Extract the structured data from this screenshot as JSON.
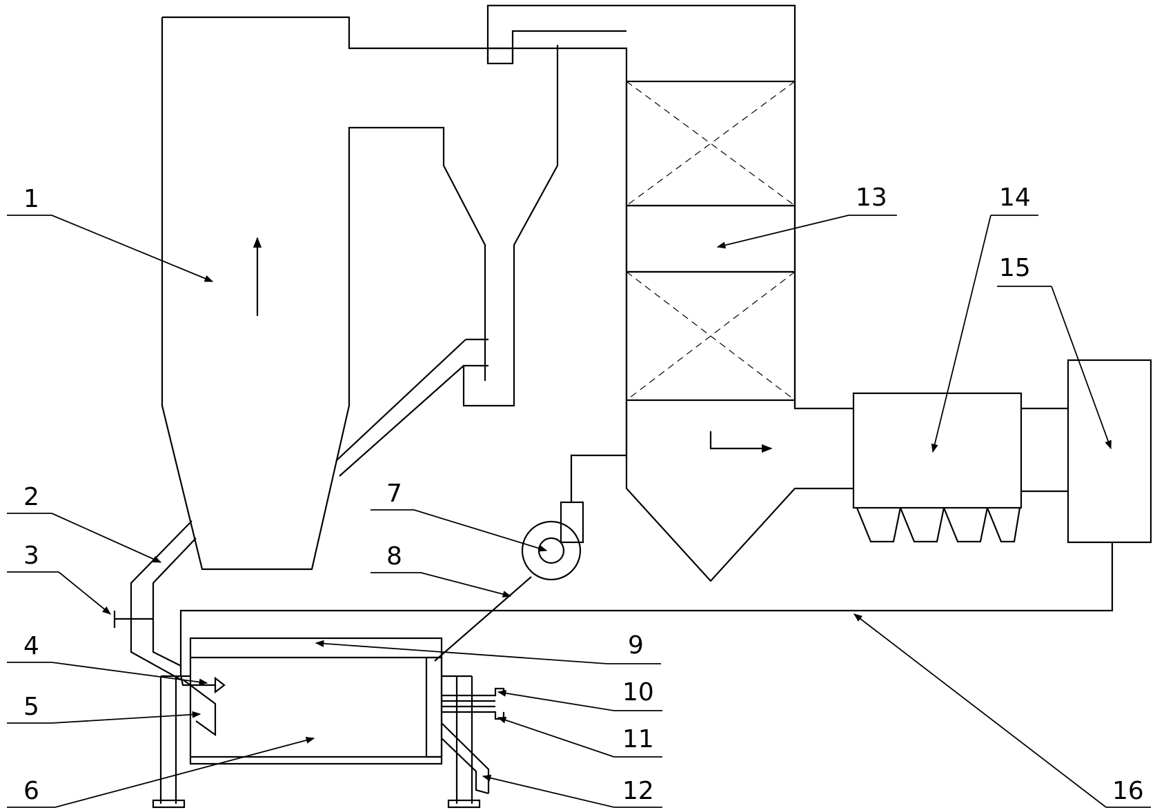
{
  "labels": [
    {
      "id": "1",
      "text": "1"
    },
    {
      "id": "2",
      "text": "2"
    },
    {
      "id": "3",
      "text": "3"
    },
    {
      "id": "4",
      "text": "4"
    },
    {
      "id": "5",
      "text": "5"
    },
    {
      "id": "6",
      "text": "6"
    },
    {
      "id": "7",
      "text": "7"
    },
    {
      "id": "8",
      "text": "8"
    },
    {
      "id": "9",
      "text": "9"
    },
    {
      "id": "10",
      "text": "10"
    },
    {
      "id": "11",
      "text": "11"
    },
    {
      "id": "12",
      "text": "12"
    },
    {
      "id": "13",
      "text": "13"
    },
    {
      "id": "14",
      "text": "14"
    },
    {
      "id": "15",
      "text": "15"
    },
    {
      "id": "16",
      "text": "16"
    }
  ],
  "colors": {
    "stroke": "#000000",
    "background": "#ffffff"
  }
}
